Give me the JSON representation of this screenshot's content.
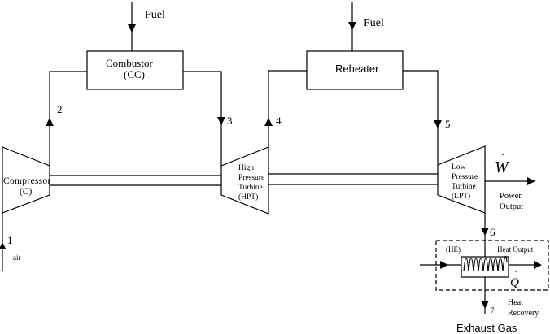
{
  "diagram": {
    "title": "Gas turbine cycle with reheat and heat recovery",
    "components": {
      "combustor": {
        "line1": "Combustor",
        "line2": "(CC)"
      },
      "reheater": {
        "label": "Reheater"
      },
      "compressor": {
        "line1": "Compressor",
        "line2": "(C)"
      },
      "hpt": {
        "line1": "High",
        "line2": "Pressure",
        "line3": "Turbine",
        "line4": "(HPT)"
      },
      "lpt": {
        "line1": "Low",
        "line2": "Pressure",
        "line3": "Turbine",
        "line4": "(LPT)"
      },
      "heat_exchanger": {
        "label": "(HE)"
      }
    },
    "inputs": {
      "fuel_combustor": "Fuel",
      "fuel_reheater": "Fuel",
      "air": "air"
    },
    "states": [
      "1",
      "2",
      "3",
      "4",
      "5",
      "6",
      "7"
    ],
    "outputs": {
      "work_symbol": "W",
      "power_line1": "Power",
      "power_line2": "Output",
      "heat_output": "Heat Output",
      "heat_symbol": "Q",
      "heat_recovery_line1": "Heat",
      "heat_recovery_line2": "Recovery",
      "exhaust": "Exhaust Gas"
    }
  }
}
